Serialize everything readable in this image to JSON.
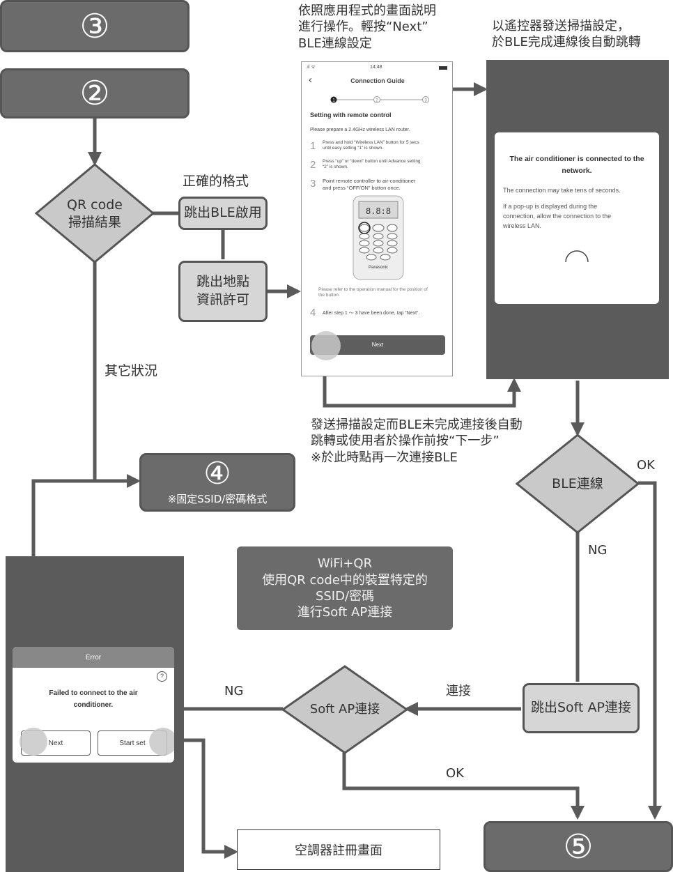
{
  "steps": {
    "s3": "③",
    "s2": "②",
    "s4": "④",
    "s4_sub": "※固定SSID/密碼格式",
    "s5": "⑤"
  },
  "nodes": {
    "qr_line1": "QR code",
    "qr_line2": "掃描結果",
    "ble_enable": "跳出BLE啟用",
    "location_line1": "跳出地點",
    "location_line2": "資訊許可",
    "ble_conn": "BLE連線",
    "softap_conn": "Soft AP連接",
    "softap_popup": "跳出Soft AP連接",
    "register": "空調器註冊畫面"
  },
  "labels": {
    "correct_format": "正確的格式",
    "other_cases": "其它狀況",
    "top_note_1": "依照應用程式的畫面説明",
    "top_note_2": "進行操作。輕按“Next”",
    "top_note_3": "BLE連線設定",
    "right_note_1": "以遙控器發送掃描設定，",
    "right_note_2": "於BLE完成連線後自動跳轉",
    "mid_note_1": "發送掃描設定而BLE未完成連接後自動",
    "mid_note_2": "跳轉或使用者於操作前按“下一步”",
    "mid_note_3": "※於此時點再一次連接BLE",
    "ok_right": "OK",
    "ng_ble": "NG",
    "ng_left": "NG",
    "connect": "連接",
    "ok_bottom": "OK"
  },
  "wifi_box": {
    "line1": "WiFi+QR",
    "line2": "使用QR code中的裝置特定的",
    "line3": "SSID/密碼",
    "line4": "進行Soft AP連接"
  },
  "phone": {
    "status_time": "14:48",
    "title": "Connection Guide",
    "progress": [
      "1",
      "2",
      "3"
    ],
    "section_title": "Setting with remote control",
    "intro": "Please prepare a 2.4GHz wireless LAN router.",
    "steps": [
      {
        "num": "1",
        "line1": "Press and hold “Wireless LAN” button for 5 secs",
        "line2": "until easy setting “1” is shown."
      },
      {
        "num": "2",
        "line1": "Press “up” or “down” button until Advance setting",
        "line2": "“2” is shown."
      },
      {
        "num": "3",
        "line1": "Point remote controller to air-conditioner",
        "line2": "and press “OFF/ON” button once."
      }
    ],
    "remote_brand": "Panasonic",
    "refer_1": "Please refer to the operation manual for the position of",
    "refer_2": "the button.",
    "step4_num": "4",
    "step4": "After step 1 ～ 3 have been done, tap “Next”.",
    "next_button": "Next"
  },
  "connected_screen": {
    "title_1": "The air conditioner is connected to the",
    "title_2": "network.",
    "line1": "The connection may take tens of seconds.",
    "line2_1": "If a pop-up is displayed during the",
    "line2_2": "connection, allow the connection to the",
    "line2_3": "wireless LAN."
  },
  "error_screen": {
    "header": "Error",
    "help_icon": "?",
    "msg_1": "Failed to connect to the air",
    "msg_2": "conditioner.",
    "next_button": "Next",
    "start_button": "Start set"
  },
  "colors": {
    "step_box": "#6b6b6b",
    "light_box": "#d6d6d6",
    "line": "#5a5a5a",
    "screen_dark": "#5b5b5b"
  }
}
